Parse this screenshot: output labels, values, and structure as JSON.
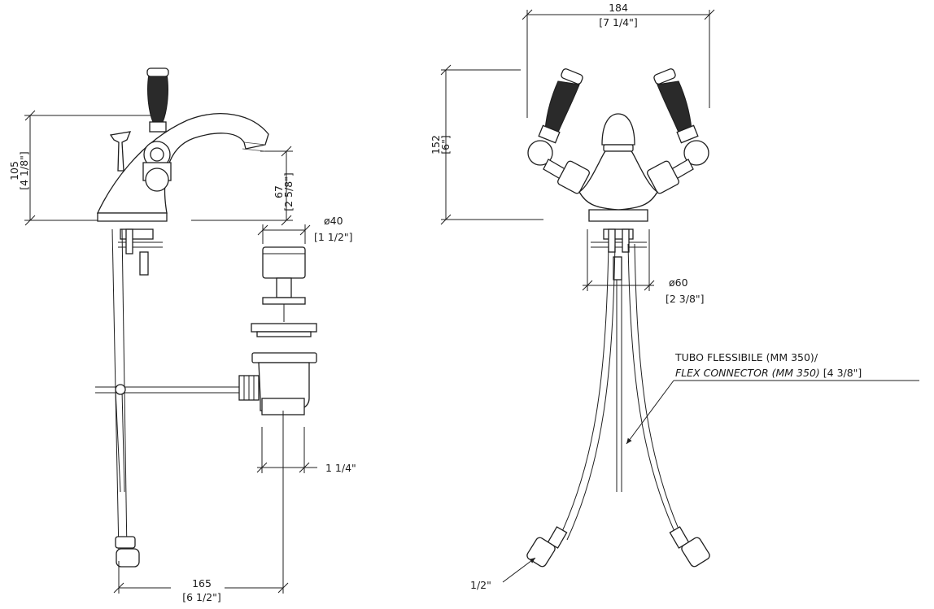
{
  "side_view": {
    "height": {
      "mm": "105",
      "in": "[4 1/8\"]"
    },
    "spout_height": {
      "mm": "67",
      "in": "[2 5/8\"]"
    },
    "drain_diameter": {
      "mm": "ø40",
      "in": "[1 1/2\"]"
    },
    "drain_outlet": "1 1/4\"",
    "spout_reach": {
      "mm": "165",
      "in": "[6 1/2\"]"
    }
  },
  "front_view": {
    "width": {
      "mm": "184",
      "in": "[7 1/4\"]"
    },
    "height": {
      "mm": "152",
      "in": "[6\"]"
    },
    "base_diameter": {
      "mm": "ø60",
      "in": "[2 3/8\"]"
    },
    "hose_note_line1": "TUBO FLESSIBILE (MM 350)/",
    "hose_note_line2_italic": "FLEX CONNECTOR (MM 350)",
    "hose_note_line2_size": "[4 3/8\"]",
    "connection_size": "1/2\""
  }
}
